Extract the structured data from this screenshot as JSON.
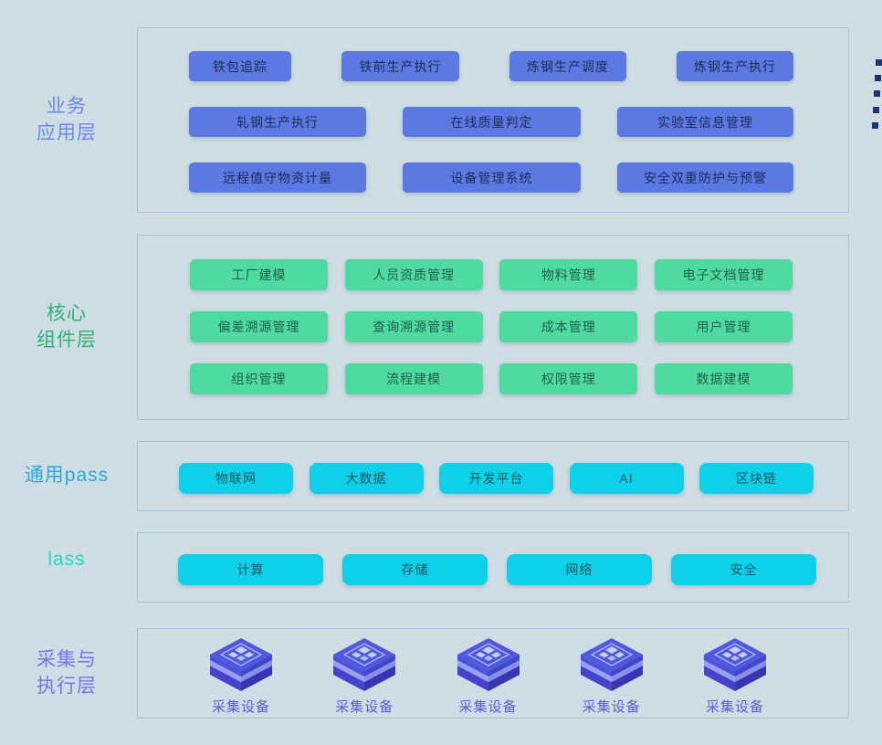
{
  "palette": {
    "bg": "#cfdde4",
    "panel-border": "#a6c5d4",
    "blue-btn": "#5b79e2",
    "blue-btn-text": "#1e2c55",
    "green-btn": "#4fdaa0",
    "green-btn-text": "#1f5f4c",
    "cyan-btn": "#0ed1e9",
    "cyan-btn-text": "#135560",
    "label-business": "#6d87ea",
    "label-core": "#2eb377",
    "label-paas": "#2aa9e0",
    "label-iaas": "#22d5cc",
    "label-collect": "#7277ee",
    "device-text": "#565ce0",
    "edge-dot": "#1b3575"
  },
  "layers": [
    {
      "name": "业务应用层",
      "label_lines": [
        "业务",
        "应用层"
      ],
      "rows": [
        [
          "铁包追踪",
          "铁前生产执行",
          "炼钢生产调度",
          "炼钢生产执行"
        ],
        [
          "轧钢生产执行",
          "在线质量判定",
          "实验室信息管理"
        ],
        [
          "远程值守物资计量",
          "设备管理系统",
          "安全双重防护与预警"
        ]
      ]
    },
    {
      "name": "核心组件层",
      "label_lines": [
        "核心",
        "组件层"
      ],
      "rows": [
        [
          "工厂建模",
          "人员资质管理",
          "物料管理",
          "电子文档管理"
        ],
        [
          "偏差溯源管理",
          "查询溯源管理",
          "成本管理",
          "用户管理"
        ],
        [
          "组织管理",
          "流程建模",
          "权限管理",
          "数据建模"
        ]
      ]
    },
    {
      "name": "通用pass",
      "buttons": [
        "物联网",
        "大数据",
        "开发平台",
        "AI",
        "区块链"
      ]
    },
    {
      "name": "lass",
      "buttons": [
        "计算",
        "存储",
        "网络",
        "安全"
      ]
    },
    {
      "name": "采集与执行层",
      "label_lines": [
        "采集与",
        "执行层"
      ],
      "devices": [
        "采集设备",
        "采集设备",
        "采集设备",
        "采集设备",
        "采集设备"
      ]
    }
  ]
}
